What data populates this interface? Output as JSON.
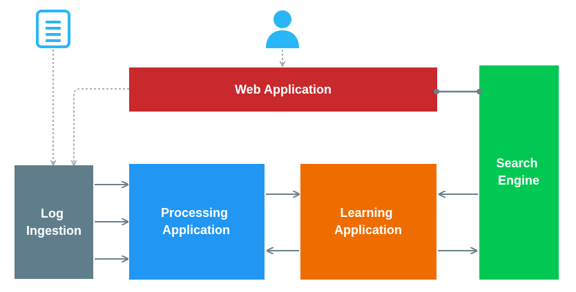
{
  "diagram": {
    "boxes": {
      "web_application": {
        "lines": [
          "Web Application"
        ],
        "color": "#c9282c"
      },
      "log_ingestion": {
        "lines": [
          "Log",
          "Ingestion"
        ],
        "color": "#607d8b"
      },
      "processing_application": {
        "lines": [
          "Processing",
          "Application"
        ],
        "color": "#2196f3"
      },
      "learning_application": {
        "lines": [
          "Learning",
          "Application"
        ],
        "color": "#ef6c00"
      },
      "search_engine": {
        "lines": [
          "Search",
          "Engine"
        ],
        "color": "#00c853"
      }
    },
    "icons": {
      "document": {
        "name": "document-icon",
        "color": "#29b6f6"
      },
      "user": {
        "name": "user-icon",
        "color": "#29b6f6"
      }
    },
    "connector_color": "#6b7f8c",
    "dotted_connector_color": "#8a9aa4"
  }
}
